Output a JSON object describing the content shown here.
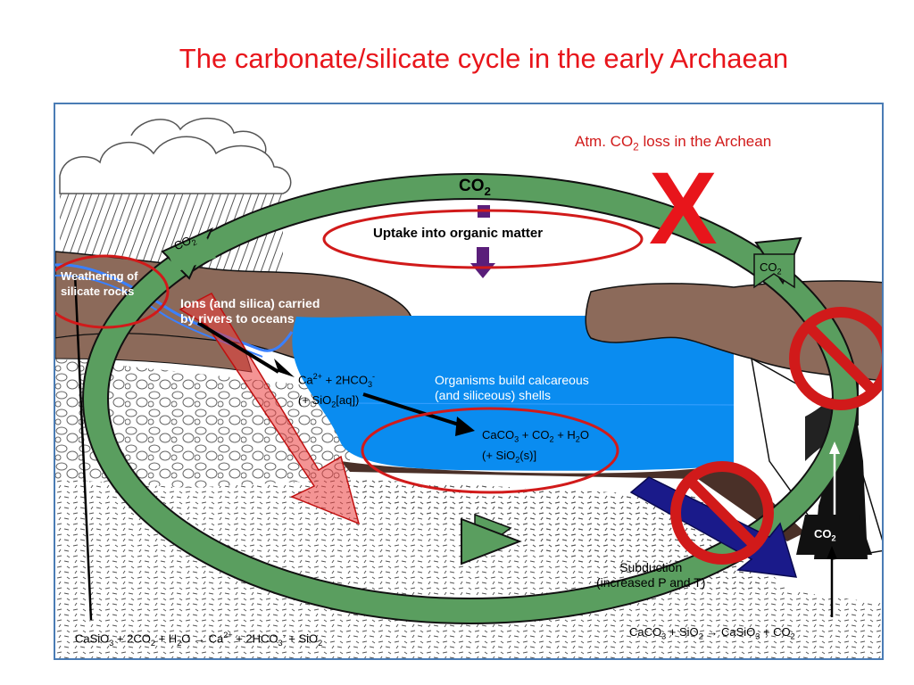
{
  "title": "The carbonate/silicate cycle in the early Archaean",
  "labels": {
    "atm_loss_prefix": "Atm. CO",
    "atm_loss_sub": "2",
    "atm_loss_suffix": " loss in the Archean",
    "co2_top": "CO",
    "sub2": "2",
    "uptake": "Uptake into organic matter",
    "x_mark": "X",
    "weathering_1": "Weathering of",
    "weathering_2": "silicate rocks",
    "ions_1": "Ions (and silica) carried",
    "ions_2": "by rivers to oceans",
    "ca_ion": "Ca",
    "ca_charge": "2+",
    "hco3_text": " + 2HCO",
    "hco3_sub": "3",
    "hco3_charge": "-",
    "sio2aq_pre": "(+ SiO",
    "sio2aq_post": "[aq])",
    "organisms_1": "Organisms build calcareous",
    "organisms_2": "(and siliceous) shells",
    "caco3_a": "CaCO",
    "caco3_sub3": "3",
    "caco3_b": " + CO",
    "caco3_c": " + H",
    "caco3_d": "O",
    "sio2s_pre": "(+ SiO",
    "sio2s_post": "(s)]",
    "subduction_1": "Subduction",
    "subduction_2": "(increased P and T)",
    "eq_left_a": "CaSiO",
    "eq_left_b": " + 2CO",
    "eq_left_c": " + H",
    "eq_left_d": "O  →  Ca",
    "eq_left_e": "  + 2HCO",
    "eq_left_f": " + SiO",
    "eq_right_a": "CaCO",
    "eq_right_b": " + SiO",
    "eq_right_c": " → CaSiO",
    "eq_right_d": " + CO"
  },
  "colors": {
    "title": "#e8151b",
    "cycle_green": "#5a9e5f",
    "ocean": "#0a8cf0",
    "land": "#8c6a5a",
    "red_circle": "#d11a1a",
    "subduction_arrow": "#1a1a8a",
    "uptake_arrow": "#5a1e7a"
  }
}
